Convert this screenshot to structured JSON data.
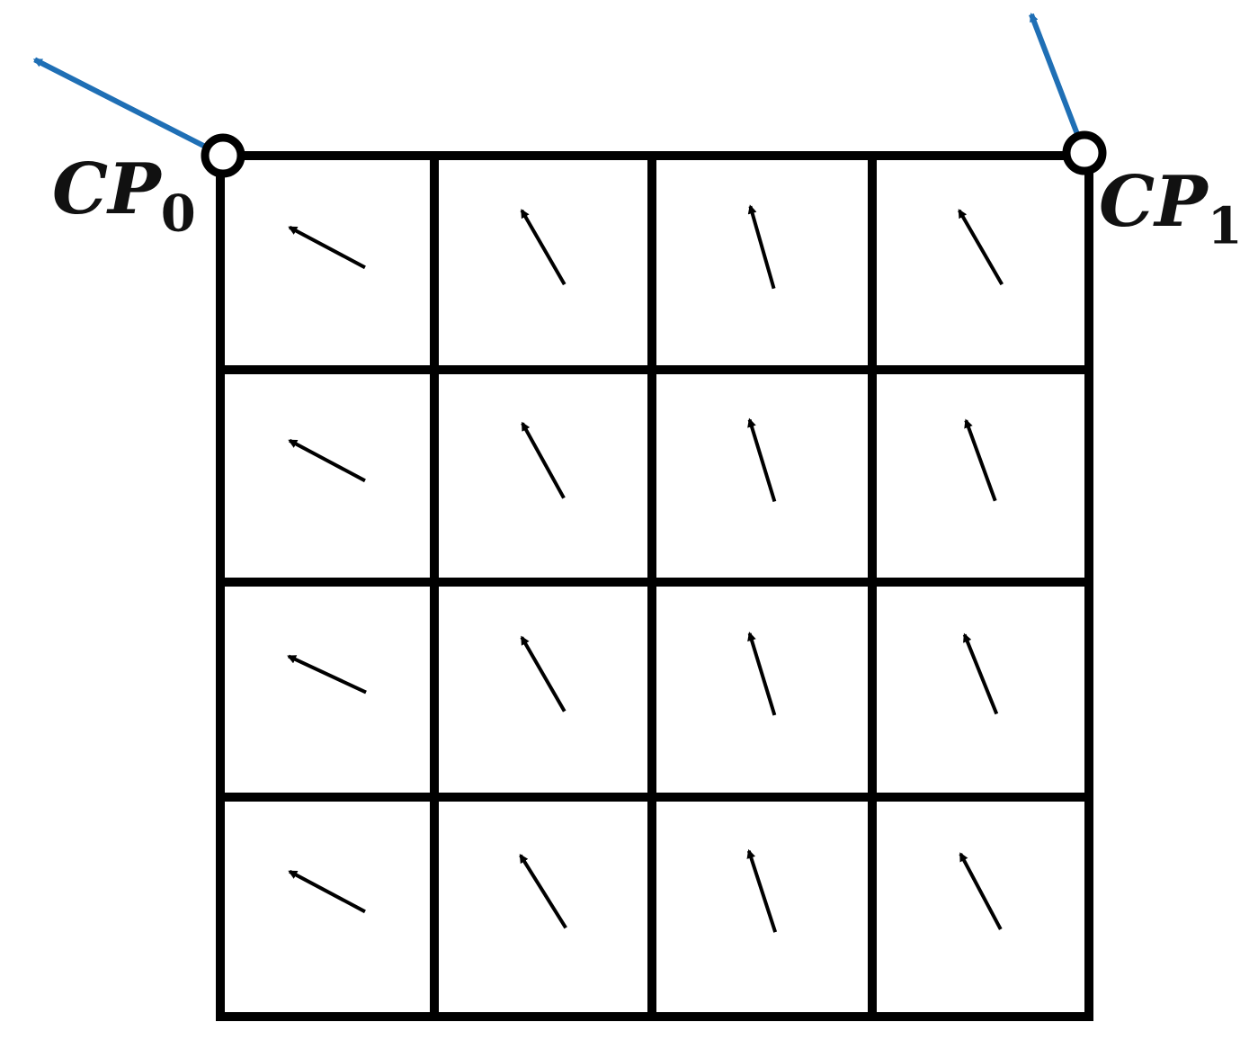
{
  "labels": {
    "cp0": {
      "main": "CP",
      "sub": "0"
    },
    "cp1": {
      "main": "CP",
      "sub": "1"
    }
  },
  "colors": {
    "grid": "#000000",
    "cell_arrow": "#000000",
    "control_vector": "#1f6fb5"
  },
  "grid": {
    "rows": 4,
    "cols": 4
  },
  "control_points": [
    {
      "id": "cp0",
      "vector_angle_deg": 153
    },
    {
      "id": "cp1",
      "vector_angle_deg": 111
    }
  ],
  "cell_vectors_deg": [
    [
      152,
      120,
      106,
      120
    ],
    [
      152,
      119,
      107,
      110
    ],
    [
      155,
      120,
      107,
      112
    ],
    [
      152,
      122,
      108,
      118
    ]
  ]
}
